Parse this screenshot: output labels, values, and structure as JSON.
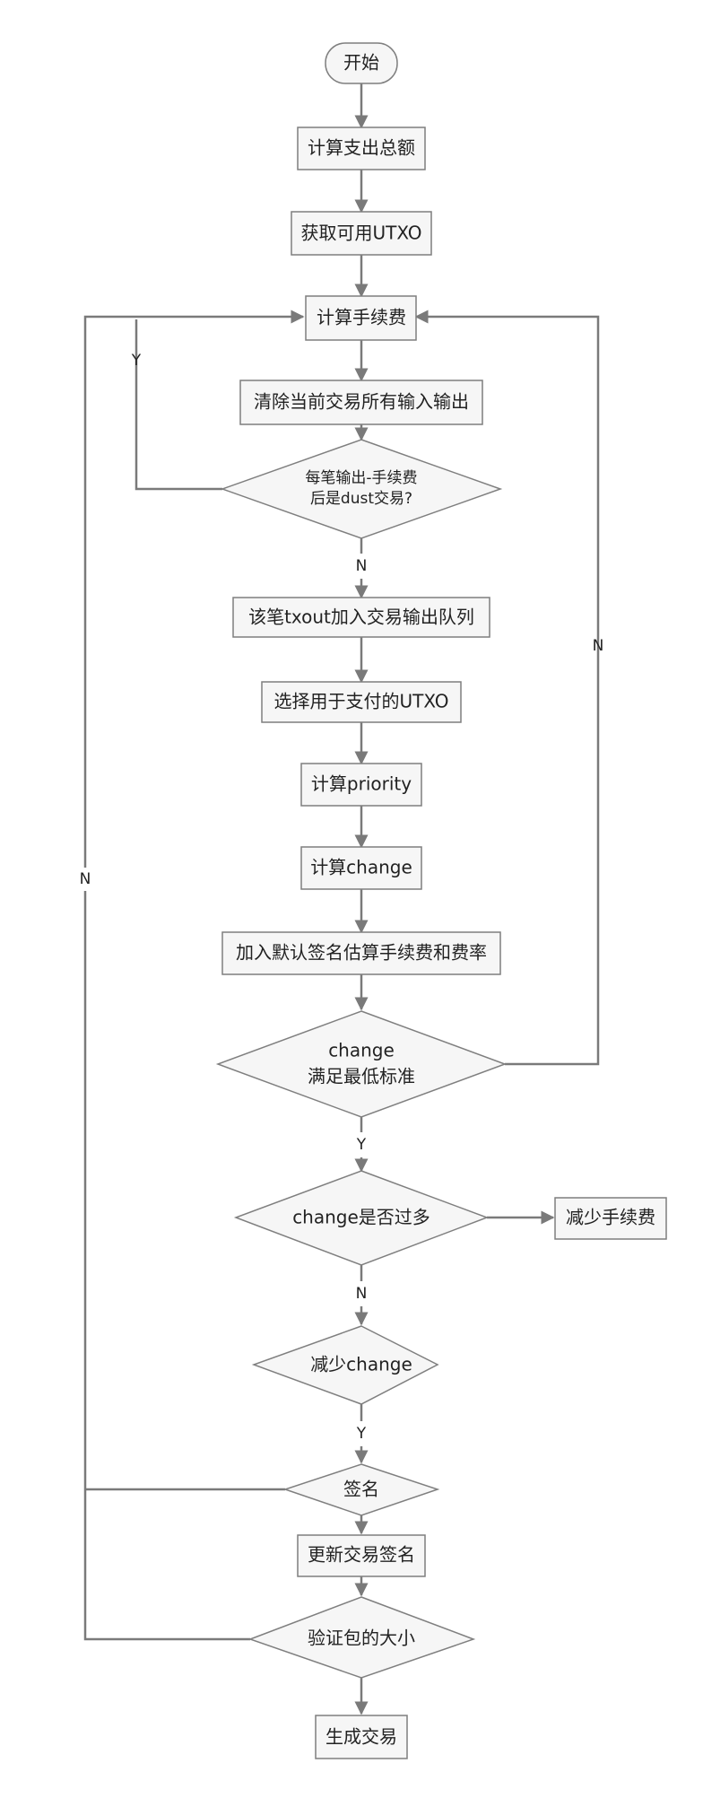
{
  "colors": {
    "node_fill": "#f6f6f6",
    "node_stroke": "#7f7f7f",
    "edge": "#7a7a7a",
    "text": "#222222"
  },
  "nodes": {
    "start": "开始",
    "calc_total": "计算支出总额",
    "get_utxo": "获取可用UTXO",
    "calc_fee": "计算手续费",
    "clear_io": "清除当前交易所有输入输出",
    "dust_check_line1": "每笔输出-手续费",
    "dust_check_line2": "后是dust交易?",
    "add_txout": "该笔txout加入交易输出队列",
    "select_utxo": "选择用于支付的UTXO",
    "calc_priority": "计算priority",
    "calc_change": "计算change",
    "estimate_fee": "加入默认签名估算手续费和费率",
    "change_ok_line1": "change",
    "change_ok_line2": "满足最低标准",
    "change_too_much": "change是否过多",
    "reduce_fee": "减少手续费",
    "reduce_change": "减少change",
    "sign": "签名",
    "update_sign": "更新交易签名",
    "verify_size": "验证包的大小",
    "gen_tx": "生成交易"
  },
  "edge_labels": {
    "dust_yes": "Y",
    "dust_no": "N",
    "change_ok_no": "N",
    "change_ok_yes": "Y",
    "too_much_no": "N",
    "reduce_change_yes": "Y",
    "loop_no": "N"
  }
}
